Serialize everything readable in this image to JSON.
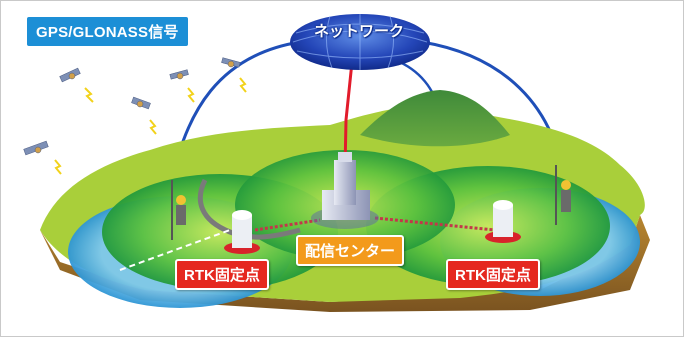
{
  "gps_title": "GPS/GLONASS信号",
  "network_label": "ネットワーク",
  "center_label": "配信センター",
  "rtk_station_left": "RTK固定点",
  "rtk_station_right": "RTK固定点",
  "colors": {
    "gps_title_bg": "#1c8fd6",
    "network_sphere": "#1a3fb0",
    "arc_line": "#1f4fb8",
    "center_link": "#e21b2b",
    "center_label_bg": "#f39a1b",
    "rtk_label_bg": "#e5281f",
    "land": "#a9cf3a",
    "coverage_zone": "#2fb24a",
    "water": "#3ba6dd"
  }
}
